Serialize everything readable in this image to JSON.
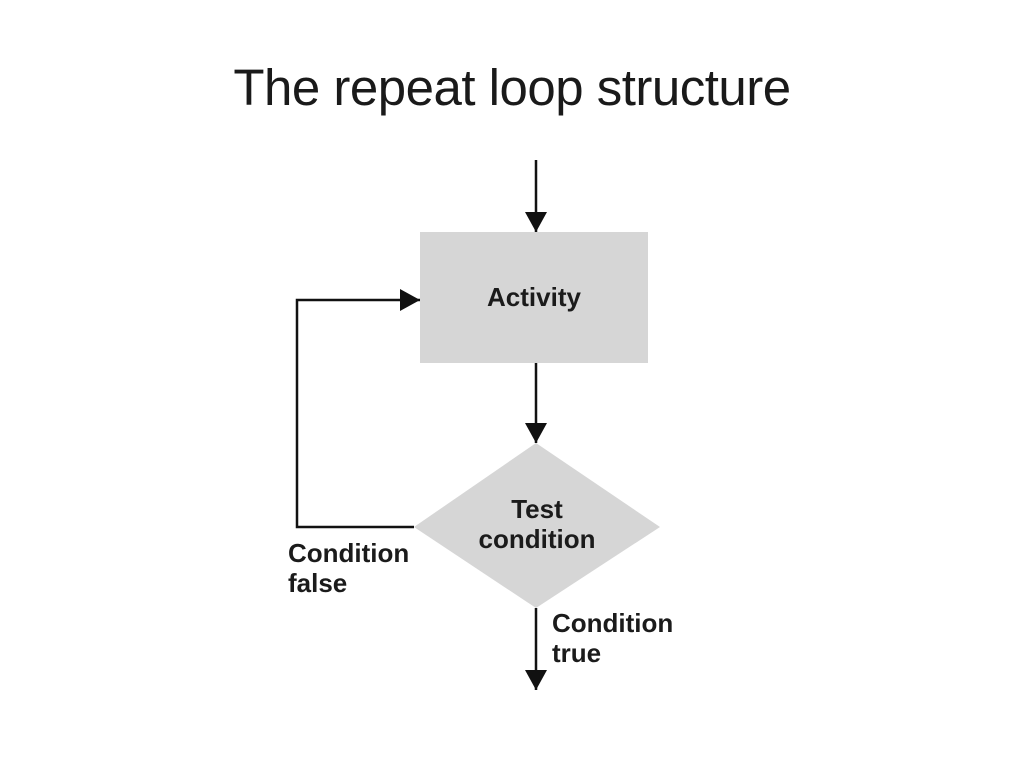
{
  "slide": {
    "title": "The repeat loop structure"
  },
  "diagram": {
    "activity_label": "Activity",
    "test_condition_label": "Test\ncondition",
    "condition_false_label": "Condition\nfalse",
    "condition_true_label": "Condition\ntrue",
    "colors": {
      "background": "#ffffff",
      "shape_fill": "#d6d6d6",
      "line": "#111111",
      "text": "#1b1b1b"
    }
  }
}
